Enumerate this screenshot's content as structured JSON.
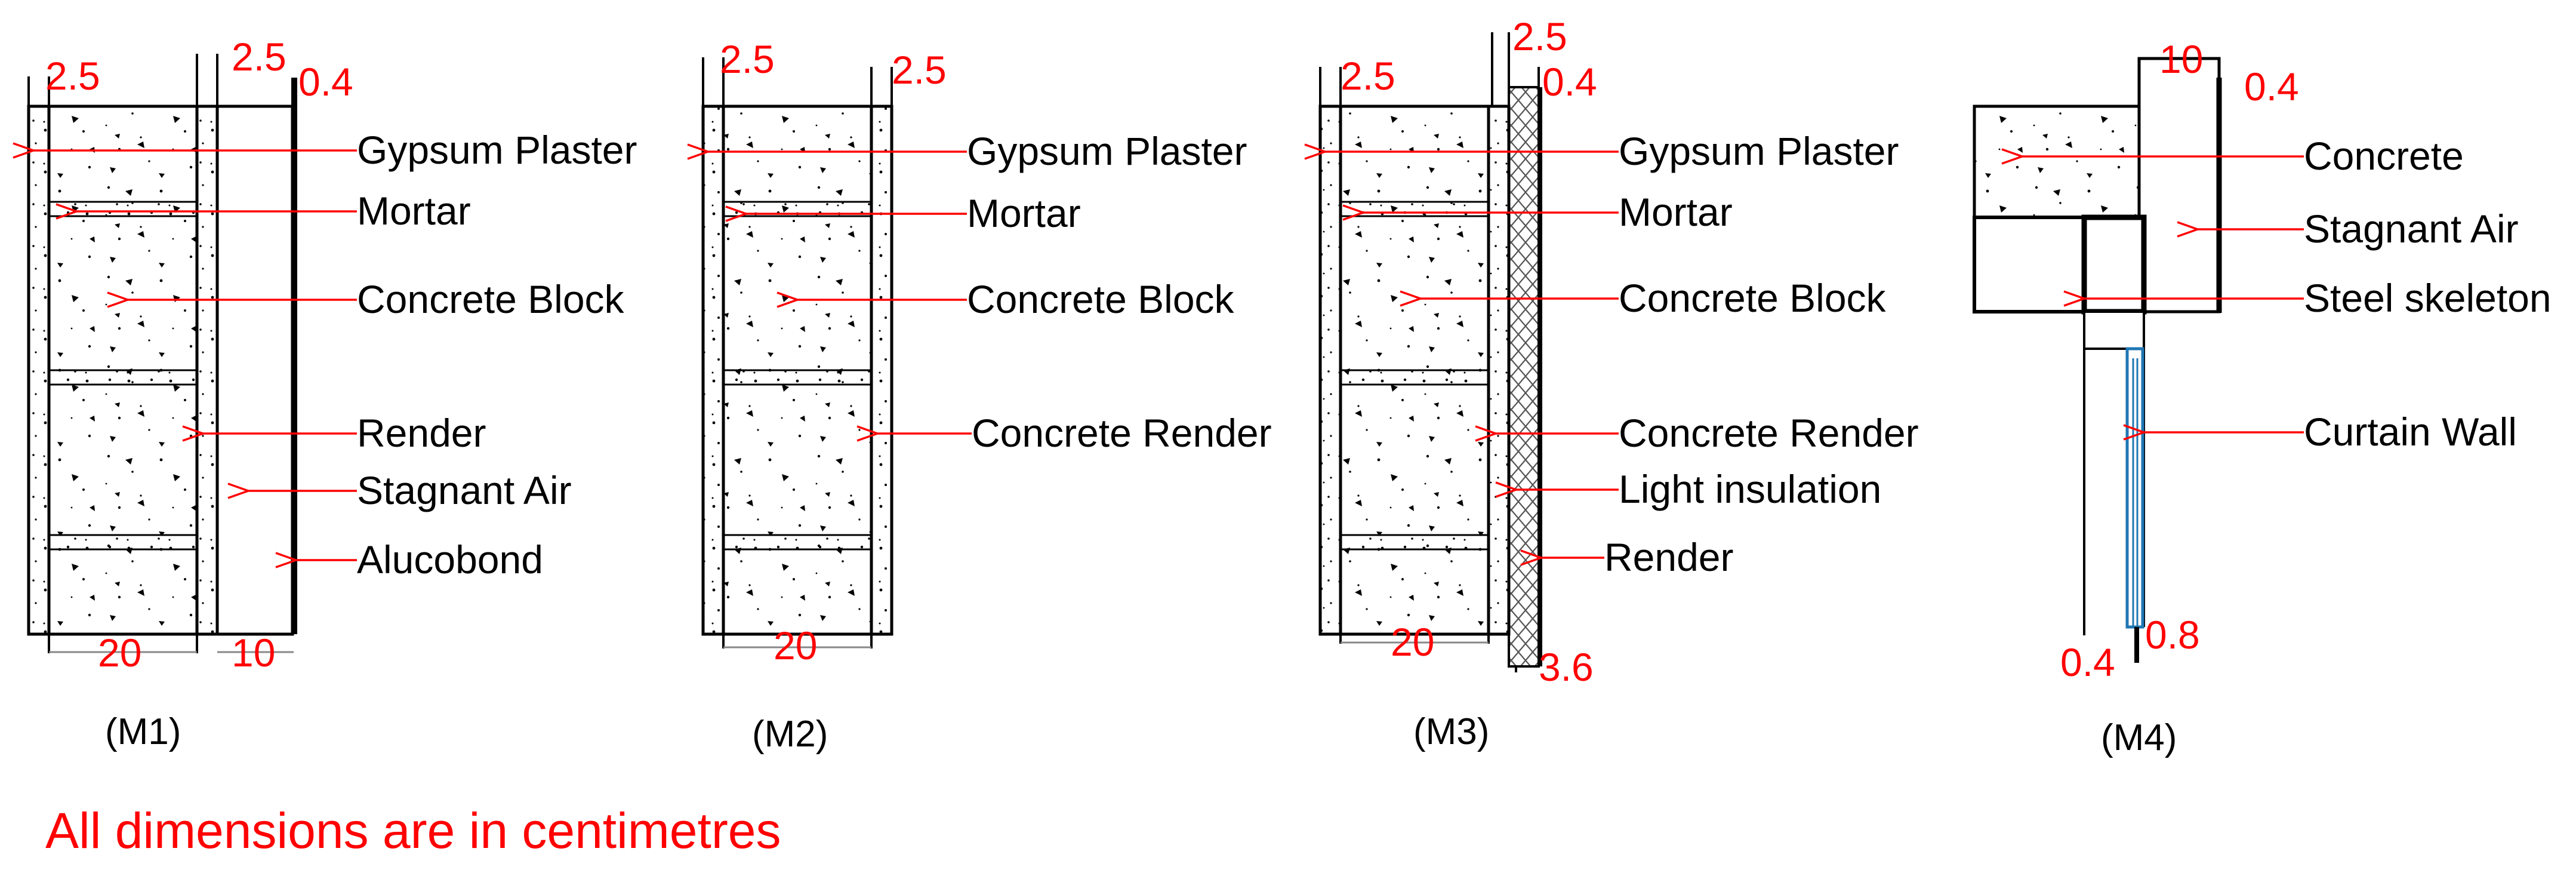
{
  "colors": {
    "dimension": "#ff0000",
    "leader": "#ff0000",
    "outline": "#000000",
    "curtain_glass": "#1f77b4"
  },
  "note": "All dimensions are in centimetres",
  "panels": [
    {
      "caption": "(M1)",
      "labels": [
        "Gypsum Plaster",
        "Mortar",
        "Concrete Block",
        "Render",
        "Stagnant Air",
        "Alucobond"
      ],
      "dims": [
        "2.5",
        "2.5",
        "0.4",
        "20",
        "10"
      ]
    },
    {
      "caption": "(M2)",
      "labels": [
        "Gypsum Plaster",
        "Mortar",
        "Concrete Block",
        "Concrete Render"
      ],
      "dims": [
        "2.5",
        "2.5",
        "20"
      ]
    },
    {
      "caption": "(M3)",
      "labels": [
        "Gypsum Plaster",
        "Mortar",
        "Concrete Block",
        "Concrete Render",
        "Light insulation",
        "Render"
      ],
      "dims": [
        "2.5",
        "2.5",
        "0.4",
        "20",
        "3.6"
      ]
    },
    {
      "caption": "(M4)",
      "labels": [
        "Concrete",
        "Stagnant Air",
        "Steel skeleton",
        "Curtain Wall"
      ],
      "dims": [
        "10",
        "0.4",
        "0.8",
        "0.4"
      ]
    }
  ]
}
